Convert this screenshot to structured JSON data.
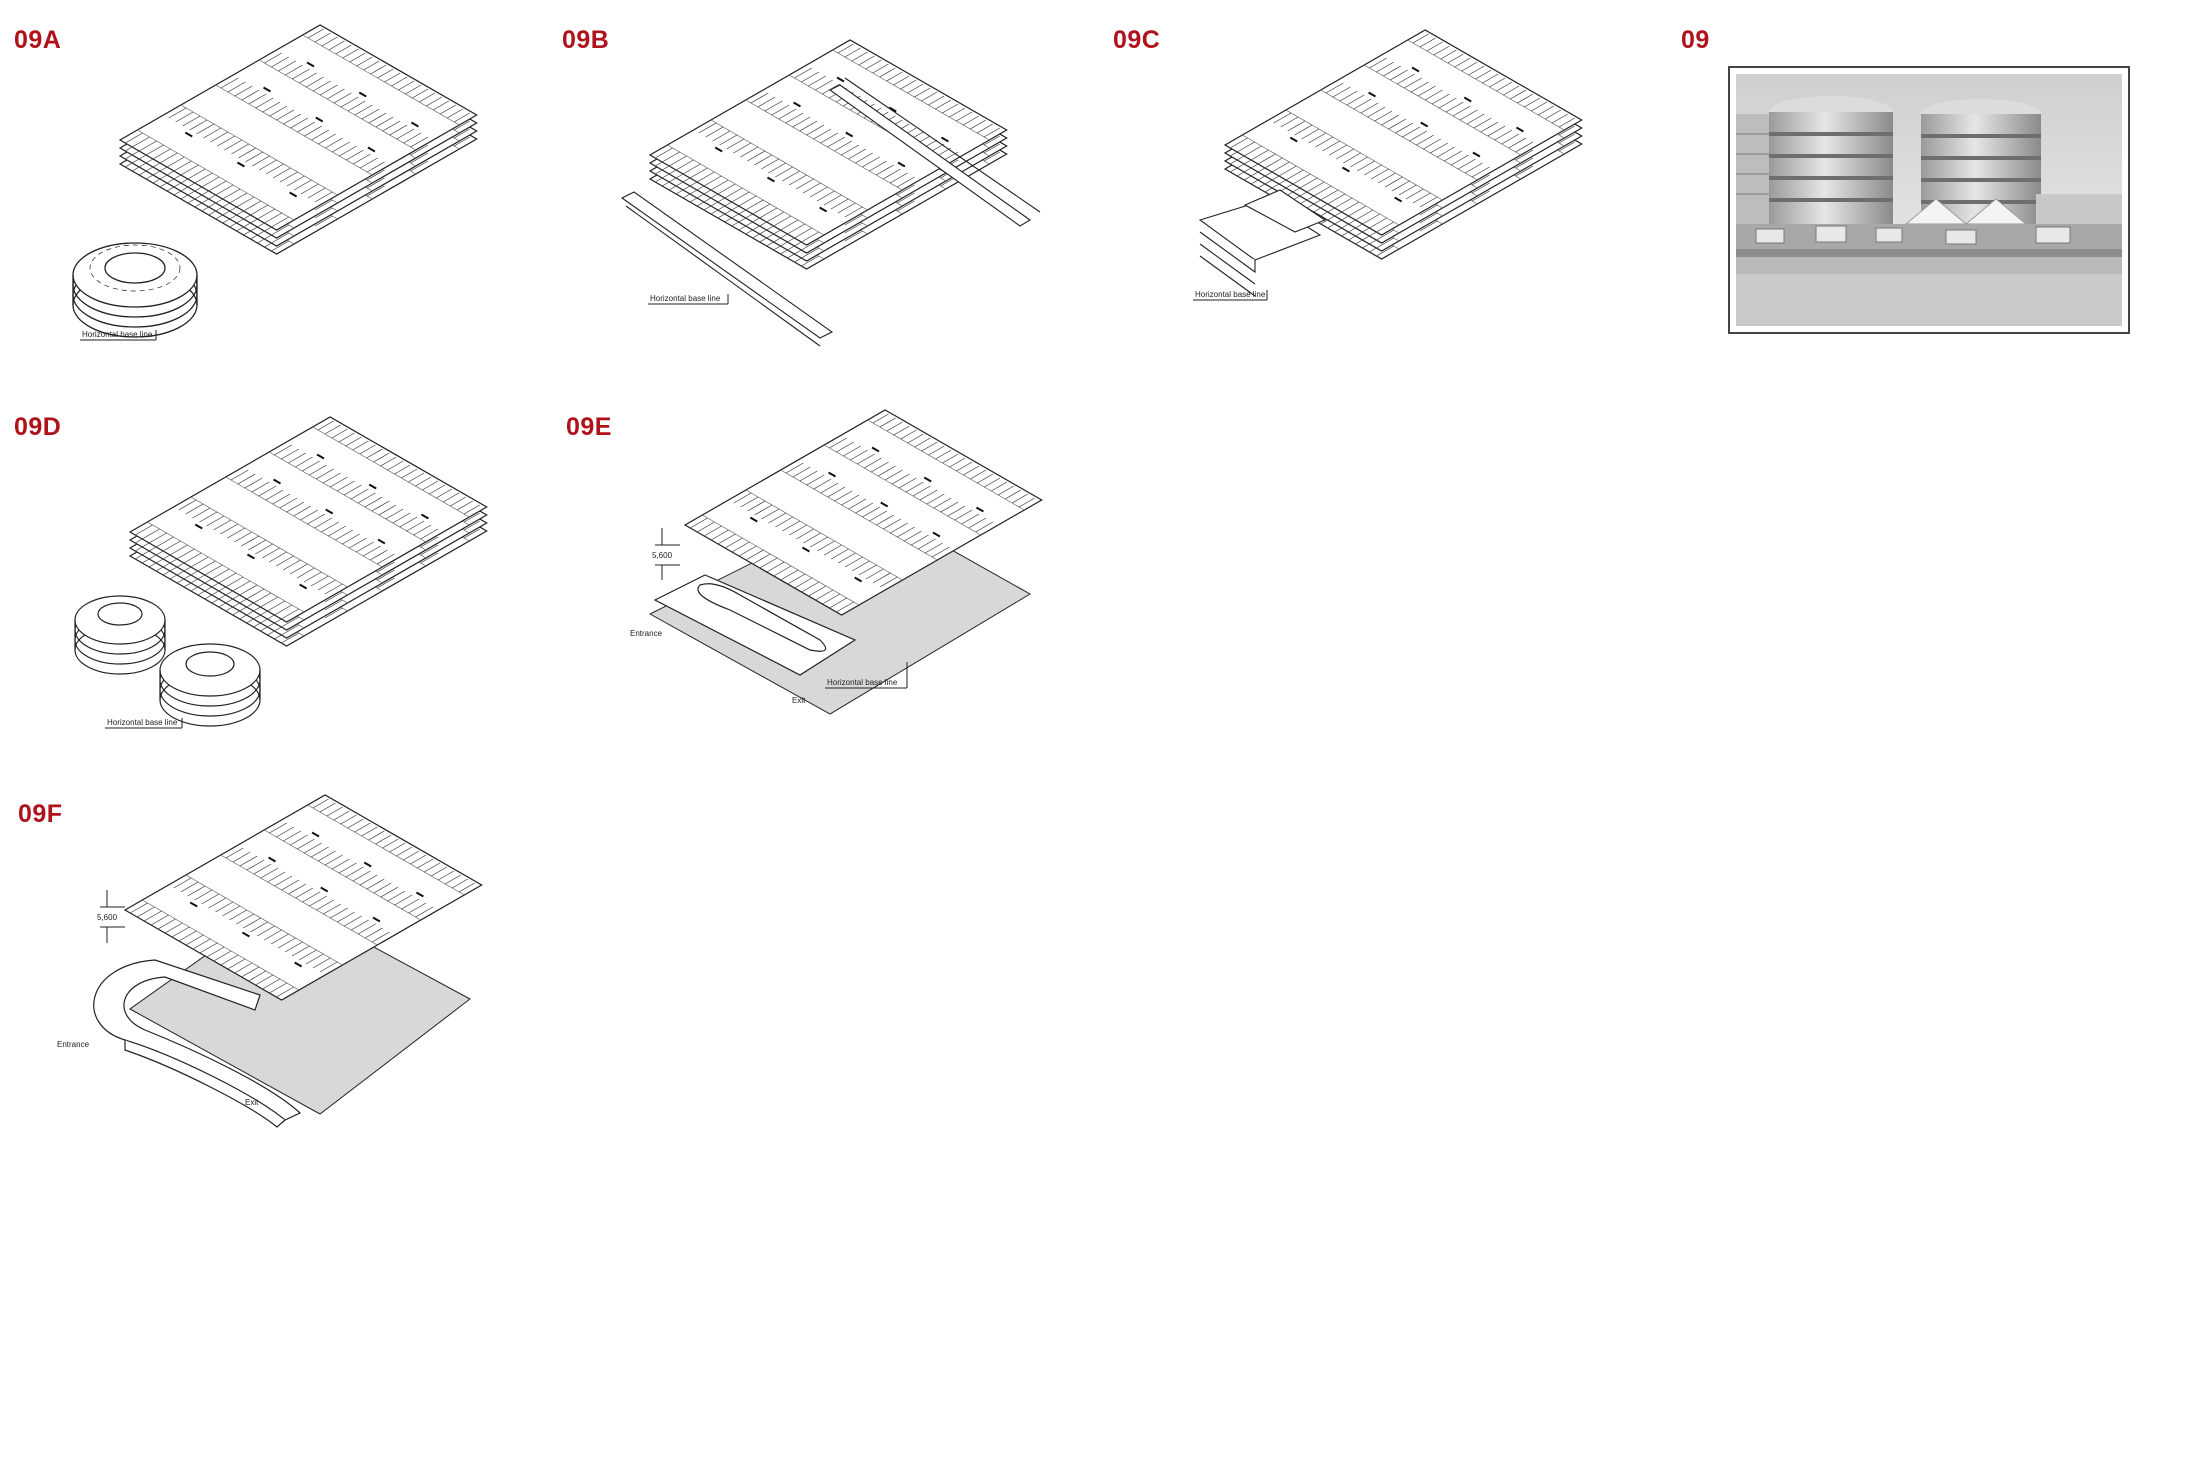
{
  "panels": {
    "p09A": {
      "label": "09A",
      "baseline": "Horizontal base line"
    },
    "p09B": {
      "label": "09B",
      "baseline": "Horizontal base line"
    },
    "p09C": {
      "label": "09C",
      "baseline": "Horizontal base line"
    },
    "p09": {
      "label": "09"
    },
    "p09D": {
      "label": "09D",
      "baseline": "Horizontal base line"
    },
    "p09E": {
      "label": "09E",
      "dimension": "5,600",
      "entrance": "Entrance",
      "exit": "Exit",
      "baseline": "Horizontal base line"
    },
    "p09F": {
      "label": "09F",
      "dimension": "5,600",
      "entrance": "Entrance",
      "exit": "Exit"
    }
  },
  "colors": {
    "label_red": "#b0121b",
    "line": "#222222",
    "shadow": "#d8d8d8"
  }
}
